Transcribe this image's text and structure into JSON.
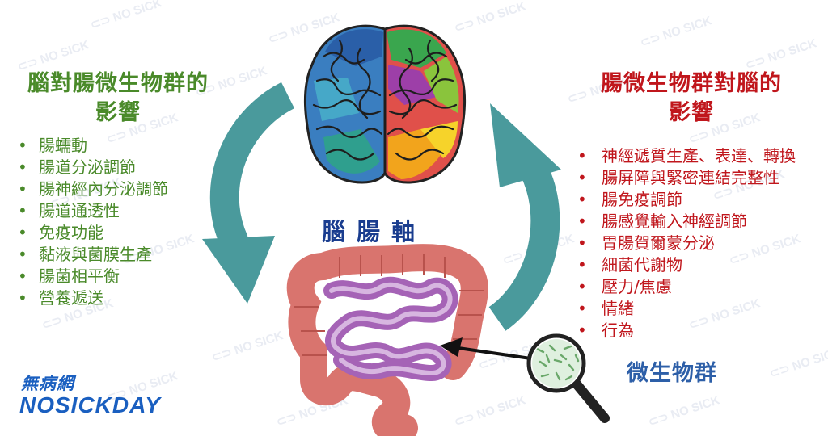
{
  "watermark": "NO SICK",
  "left_panel": {
    "title_line1": "腦對腸微生物群的",
    "title_line2": "影響",
    "items": [
      "腸蠕動",
      "腸道分泌調節",
      "腸神經內分泌調節",
      "腸道通透性",
      "免疫功能",
      "黏液與菌膜生產",
      "腸菌相平衡",
      "營養遞送"
    ]
  },
  "right_panel": {
    "title_line1": "腸微生物群對腦的",
    "title_line2": "影響",
    "items": [
      "神經遞質生產、表達、轉換",
      "腸屏障與緊密連結完整性",
      "腸免疫調節",
      "腸感覺輸入神經調節",
      "胃腸賀爾蒙分泌",
      "細菌代謝物",
      "壓力/焦慮",
      "情緒",
      "行為"
    ]
  },
  "center_label": "腦腸軸",
  "microbiota_label": "微生物群",
  "logo": {
    "chinese": "無病網",
    "english": "NOSICKDAY"
  },
  "colors": {
    "left_text": "#4a8a2a",
    "right_text": "#c0161c",
    "arrow": "#4a9a9c",
    "center_text": "#1a3d8f",
    "micro_text": "#2d5fa8",
    "logo": "#1a5fc0"
  },
  "icons": [
    "brain-icon",
    "intestine-icon",
    "magnifier-icon",
    "cycle-arrow-left",
    "cycle-arrow-right"
  ]
}
